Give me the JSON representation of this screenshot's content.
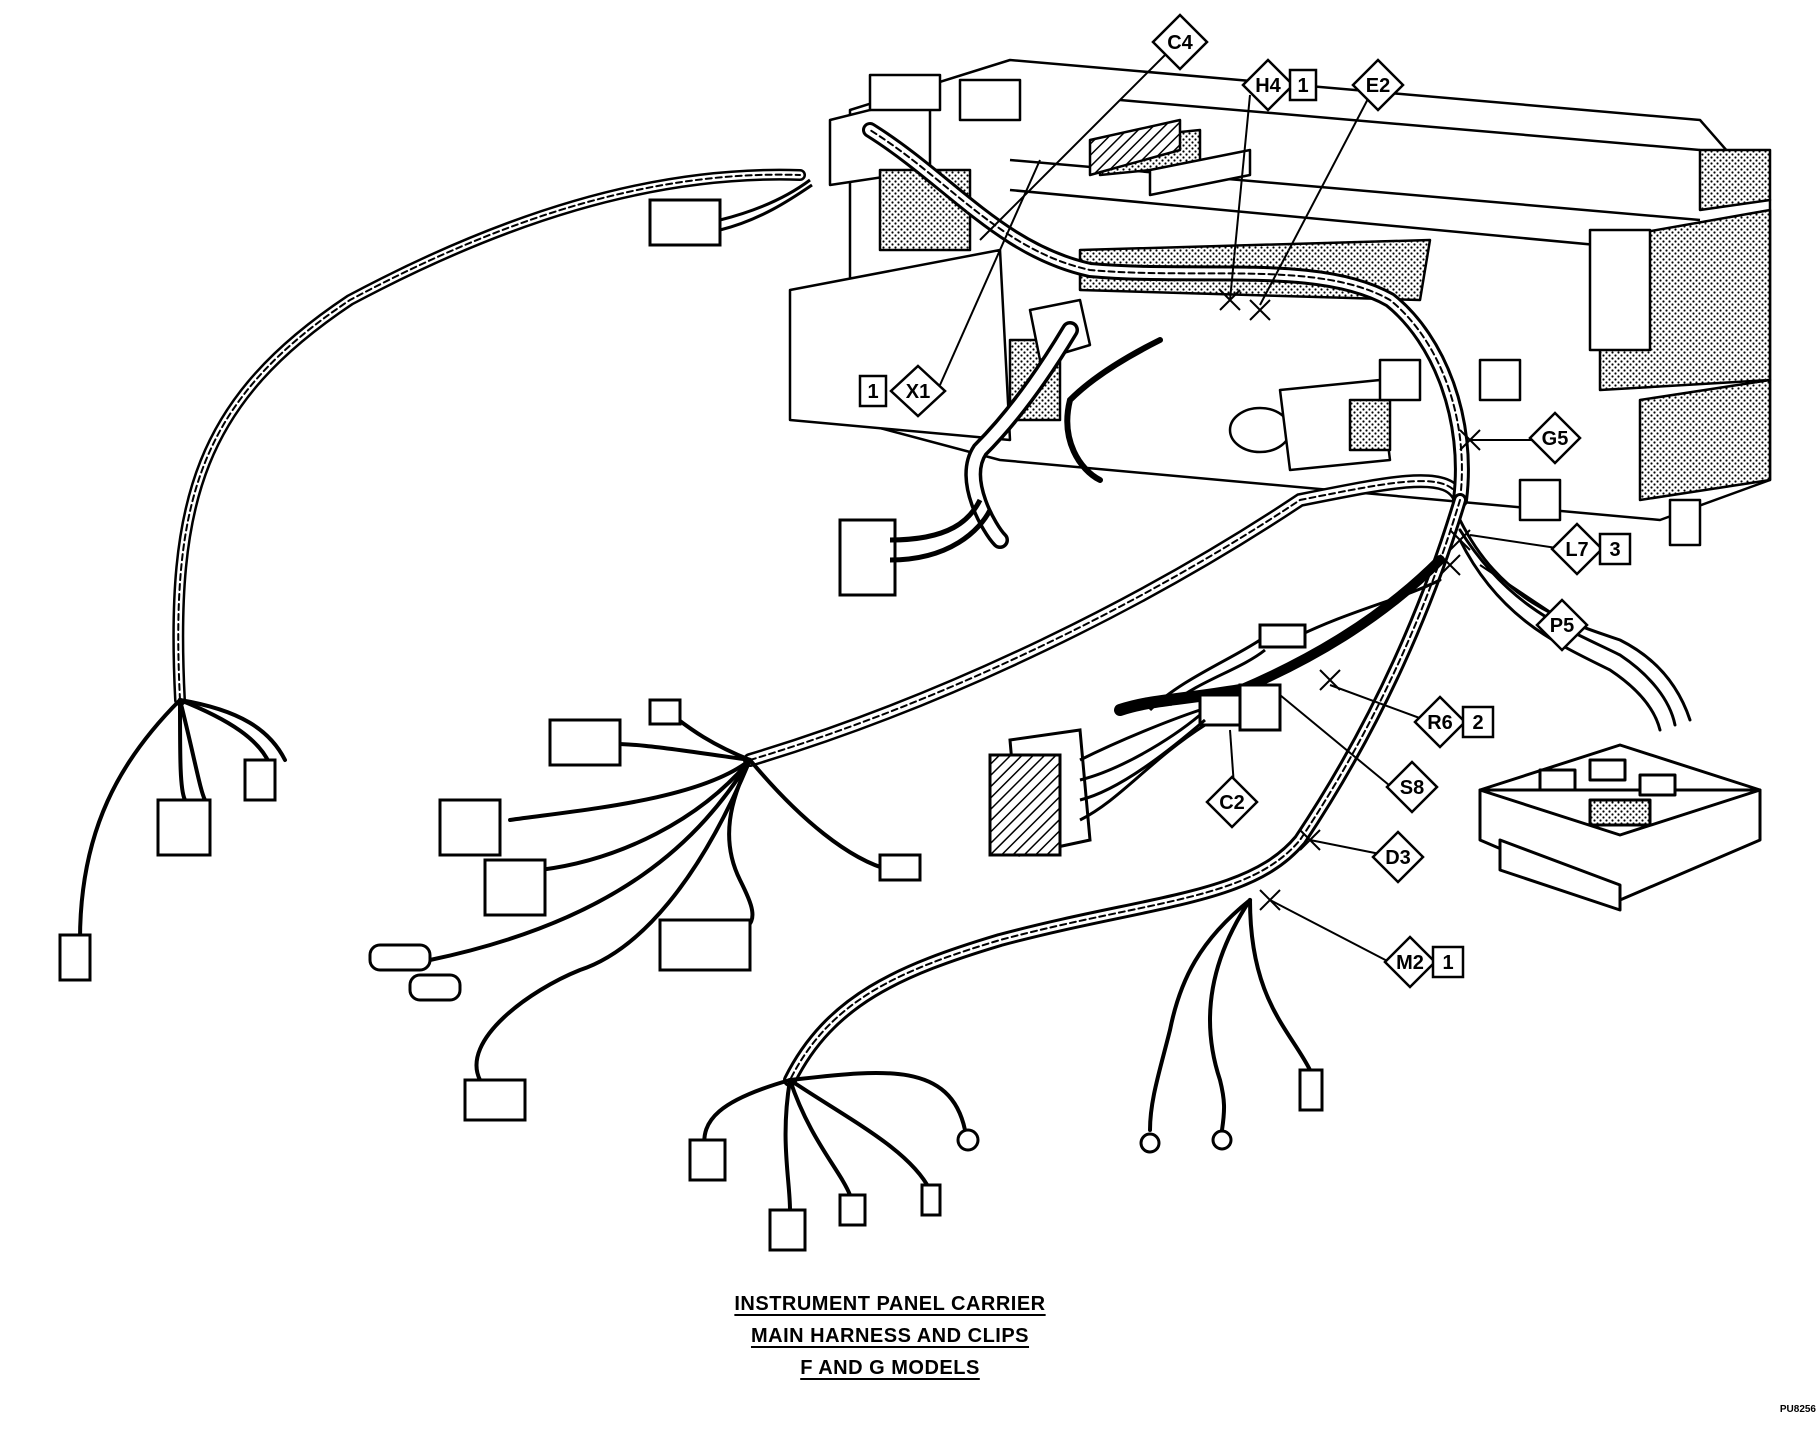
{
  "caption": {
    "line1": "INSTRUMENT PANEL CARRIER",
    "line2": "MAIN HARNESS AND CLIPS",
    "line3": "F AND G MODELS"
  },
  "callouts": [
    {
      "id": "c4",
      "code": "C4",
      "number": ""
    },
    {
      "id": "h4",
      "code": "H4",
      "number": "1"
    },
    {
      "id": "e2",
      "code": "E2",
      "number": ""
    },
    {
      "id": "x1",
      "code": "X1",
      "number": "1"
    },
    {
      "id": "g5",
      "code": "G5",
      "number": ""
    },
    {
      "id": "l7",
      "code": "L7",
      "number": "3"
    },
    {
      "id": "p5",
      "code": "P5",
      "number": ""
    },
    {
      "id": "r6",
      "code": "R6",
      "number": "2"
    },
    {
      "id": "s8",
      "code": "S8",
      "number": ""
    },
    {
      "id": "c2",
      "code": "C2",
      "number": ""
    },
    {
      "id": "d3",
      "code": "D3",
      "number": ""
    },
    {
      "id": "m2",
      "code": "M2",
      "number": "1"
    }
  ],
  "drawing_code": "PU8256"
}
